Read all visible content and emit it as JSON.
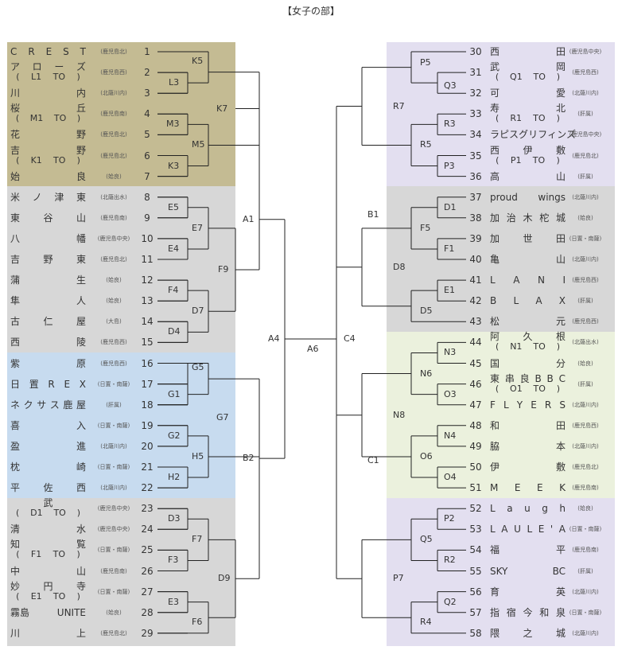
{
  "title": "【女子の部】",
  "colors": {
    "olive": "#c4bb93",
    "gray": "#d7d7d7",
    "blue": "#c7dbef",
    "lavender": "#e3dff0",
    "green": "#ebf1dd",
    "line": "#222222"
  },
  "left_teams": [
    {
      "num": "1",
      "name": "CREST",
      "sub": "",
      "region": "(鹿児島北)"
    },
    {
      "num": "2",
      "name": "アローズ",
      "sub": "(L1 TO)",
      "region": "(鹿児島西)"
    },
    {
      "num": "3",
      "name": "川内",
      "sub": "",
      "region": "(北薩川内)"
    },
    {
      "num": "4",
      "name": "桜丘",
      "sub": "(M1 TO)",
      "region": "(鹿児島南)"
    },
    {
      "num": "5",
      "name": "花野",
      "sub": "",
      "region": "(鹿児島北)"
    },
    {
      "num": "6",
      "name": "吉野",
      "sub": "(K1 TO)",
      "region": "(鹿児島北)"
    },
    {
      "num": "7",
      "name": "始良",
      "sub": "",
      "region": "(姶良)"
    },
    {
      "num": "8",
      "name": "米ノ津東",
      "sub": "",
      "region": "(北薩出水)"
    },
    {
      "num": "9",
      "name": "東谷山",
      "sub": "",
      "region": "(鹿児島南)"
    },
    {
      "num": "10",
      "name": "八幡",
      "sub": "",
      "region": "(鹿児島中央)"
    },
    {
      "num": "11",
      "name": "吉野東",
      "sub": "",
      "region": "(鹿児島北)"
    },
    {
      "num": "12",
      "name": "蒲生",
      "sub": "",
      "region": "(姶良)"
    },
    {
      "num": "13",
      "name": "隼人",
      "sub": "",
      "region": "(姶良)"
    },
    {
      "num": "14",
      "name": "古仁屋",
      "sub": "",
      "region": "(大島)"
    },
    {
      "num": "15",
      "name": "西陵",
      "sub": "",
      "region": "(鹿児島西)"
    },
    {
      "num": "16",
      "name": "紫原",
      "sub": "",
      "region": "(鹿児島西)"
    },
    {
      "num": "17",
      "name": "日置REX",
      "sub": "",
      "region": "(日置・南薩)"
    },
    {
      "num": "18",
      "name": "ネクサス鹿屋",
      "sub": "",
      "region": "(肝属)"
    },
    {
      "num": "19",
      "name": "喜入",
      "sub": "",
      "region": "(日置・南薩)"
    },
    {
      "num": "20",
      "name": "盈進",
      "sub": "",
      "region": "(北薩川内)"
    },
    {
      "num": "21",
      "name": "枕崎",
      "sub": "",
      "region": "(日置・南薩)"
    },
    {
      "num": "22",
      "name": "平佐西",
      "sub": "",
      "region": "(北薩川内)"
    },
    {
      "num": "23",
      "name": "武",
      "sub": "(D1 TO)",
      "region": "(鹿児島中央)"
    },
    {
      "num": "24",
      "name": "清水",
      "sub": "",
      "region": "(鹿児島中央)"
    },
    {
      "num": "25",
      "name": "知覧",
      "sub": "(F1 TO)",
      "region": "(日置・南薩)"
    },
    {
      "num": "26",
      "name": "中山",
      "sub": "",
      "region": "(鹿児島南)"
    },
    {
      "num": "27",
      "name": "妙円寺",
      "sub": "(E1 TO)",
      "region": "(日置・南薩)"
    },
    {
      "num": "28",
      "name": "霧島 UNITE",
      "sub": "",
      "region": "(姶良)"
    },
    {
      "num": "29",
      "name": "川上",
      "sub": "",
      "region": "(鹿児島北)"
    }
  ],
  "right_teams": [
    {
      "num": "30",
      "name": "西田",
      "sub": "",
      "region": "(鹿児島中央)"
    },
    {
      "num": "31",
      "name": "武岡",
      "sub": "(Q1 TO)",
      "region": "(鹿児島西)"
    },
    {
      "num": "32",
      "name": "可愛",
      "sub": "",
      "region": "(北薩川内)"
    },
    {
      "num": "33",
      "name": "寿北",
      "sub": "(R1 TO)",
      "region": "(肝属)"
    },
    {
      "num": "34",
      "name": "ラピスグリフィンズ",
      "sub": "",
      "region": "(鹿児島中央)"
    },
    {
      "num": "35",
      "name": "西伊敷",
      "sub": "(P1 TO)",
      "region": "(鹿児島北)"
    },
    {
      "num": "36",
      "name": "高山",
      "sub": "",
      "region": "(肝属)"
    },
    {
      "num": "37",
      "name": "proud wings",
      "sub": "",
      "region": "(北薩川内)"
    },
    {
      "num": "38",
      "name": "加治木柁城",
      "sub": "",
      "region": "(姶良)"
    },
    {
      "num": "39",
      "name": "加世田",
      "sub": "",
      "region": "(日置・南薩)"
    },
    {
      "num": "40",
      "name": "亀山",
      "sub": "",
      "region": "(北薩川内)"
    },
    {
      "num": "41",
      "name": "LANI",
      "sub": "",
      "region": "(鹿児島西)"
    },
    {
      "num": "42",
      "name": "BLAX",
      "sub": "",
      "region": "(肝属)"
    },
    {
      "num": "43",
      "name": "松元",
      "sub": "",
      "region": "(鹿児島西)"
    },
    {
      "num": "44",
      "name": "阿久根",
      "sub": "(N1 TO)",
      "region": "(北薩出水)"
    },
    {
      "num": "45",
      "name": "国分",
      "sub": "",
      "region": "(姶良)"
    },
    {
      "num": "46",
      "name": "東串良BBC",
      "sub": "(O1 TO)",
      "region": "(肝属)"
    },
    {
      "num": "47",
      "name": "FLYERS",
      "sub": "",
      "region": "(北薩川内)"
    },
    {
      "num": "48",
      "name": "和田",
      "sub": "",
      "region": "(鹿児島西)"
    },
    {
      "num": "49",
      "name": "脇本",
      "sub": "",
      "region": "(北薩川内)"
    },
    {
      "num": "50",
      "name": "伊敷",
      "sub": "",
      "region": "(鹿児島北)"
    },
    {
      "num": "51",
      "name": "MEEK",
      "sub": "",
      "region": "(鹿児島南)"
    },
    {
      "num": "52",
      "name": "Laugh",
      "sub": "",
      "region": "(姶良)"
    },
    {
      "num": "53",
      "name": "LAULE'A",
      "sub": "",
      "region": "(日置・南薩)"
    },
    {
      "num": "54",
      "name": "福平",
      "sub": "",
      "region": "(鹿児島南)"
    },
    {
      "num": "55",
      "name": "SKY BC",
      "sub": "",
      "region": "(肝属)"
    },
    {
      "num": "56",
      "name": "育英",
      "sub": "",
      "region": "(北薩川内)"
    },
    {
      "num": "57",
      "name": "指宿今和泉",
      "sub": "",
      "region": "(日置・南薩)"
    },
    {
      "num": "58",
      "name": "隈之城",
      "sub": "",
      "region": "(北薩川内)"
    }
  ],
  "nodes": {
    "K5": "K5",
    "L3": "L3",
    "K7": "K7",
    "M3": "M3",
    "M5": "M5",
    "K3": "K3",
    "E5": "E5",
    "E7": "E7",
    "E4": "E4",
    "F9": "F9",
    "F4": "F4",
    "D7": "D7",
    "D4": "D4",
    "G5": "G5",
    "G1": "G1",
    "G7": "G7",
    "G2": "G2",
    "H5": "H5",
    "H2": "H2",
    "D3": "D3",
    "F7": "F7",
    "F3": "F3",
    "D9": "D9",
    "E3": "E3",
    "F6": "F6",
    "A1": "A1",
    "A4": "A4",
    "B2": "B2",
    "A6": "A6",
    "C4": "C4",
    "B1": "B1",
    "C1": "C1",
    "P5": "P5",
    "Q3": "Q3",
    "R7": "R7",
    "R3": "R3",
    "R5": "R5",
    "P3": "P3",
    "D1": "D1",
    "F5": "F5",
    "F1": "F1",
    "D8": "D8",
    "E1": "E1",
    "D5": "D5",
    "N3": "N3",
    "N6": "N6",
    "O3": "O3",
    "N8": "N8",
    "N4": "N4",
    "O6": "O6",
    "O4": "O4",
    "P2": "P2",
    "Q5": "Q5",
    "R2": "R2",
    "P7": "P7",
    "Q2": "Q2",
    "R4": "R4"
  }
}
